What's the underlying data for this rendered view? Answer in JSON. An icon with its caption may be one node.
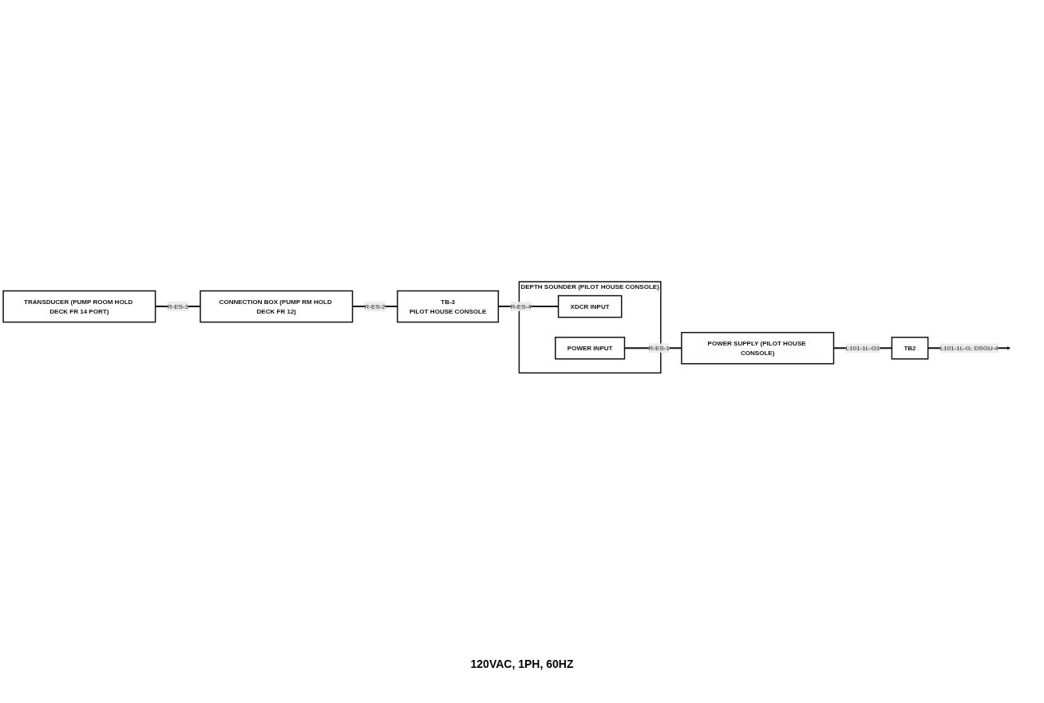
{
  "diagram": {
    "nodes": [
      {
        "text": [
          "TRANSDUCER (PUMP ROOM HOLD DECK FR 14 PORT)"
        ]
      },
      {
        "text": [
          "CONNECTION BOX (PUMP RM HOLD DECK FR 12)"
        ]
      },
      {
        "text": [
          "TB-3",
          "PILOT HOUSE CONSOLE"
        ]
      },
      {
        "text": [
          "DEPTH SOUNDER (PILOT HOUSE CONSOLE)"
        ]
      },
      {
        "text": [
          "XDCR INPUT"
        ],
        "in": 3
      },
      {
        "text": [
          "POWER INPUT"
        ],
        "in": 3
      },
      {
        "text": [
          "POWER SUPPLY (PILOT HOUSE CONSOLE)"
        ]
      },
      {
        "text": [
          "TB2"
        ]
      }
    ],
    "edges": [
      {
        "from": 0,
        "to": 1,
        "arrow": "none",
        "label": "R-ES-3"
      },
      {
        "from": 1,
        "to": 2,
        "arrow": "none",
        "label": "R-ES-2"
      },
      {
        "from": 2,
        "to": 4,
        "arrow": "none",
        "label": "R-ES-4"
      },
      {
        "from": 5,
        "to": 6,
        "arrow": "none",
        "label": "R-ES-1"
      },
      {
        "from": 6,
        "to": 7,
        "arrow": "none",
        "label": "L101-1L-G1"
      },
      {
        "from": 7,
        "to": null,
        "arrow": "to",
        "label": "L101-1L-G, DSGU-4"
      }
    ],
    "labels": [
      "120VAC, 1PH, 60HZ"
    ]
  }
}
